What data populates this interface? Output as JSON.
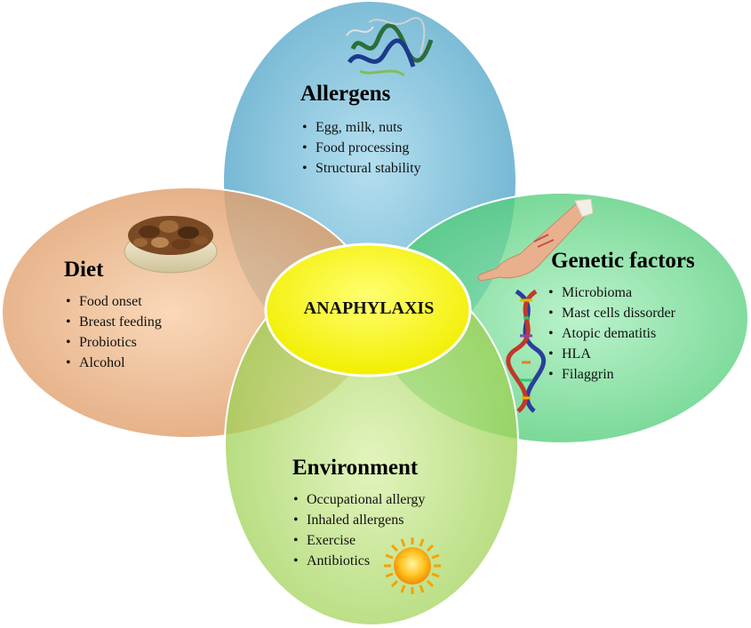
{
  "center": {
    "label": "ANAPHYLAXIS"
  },
  "petals": {
    "allergens": {
      "title": "Allergens",
      "items": [
        "Egg, milk, nuts",
        "Food processing",
        "Structural stability"
      ],
      "color": "#5aa9c8",
      "icon": "protein-structure-icon"
    },
    "diet": {
      "title": "Diet",
      "items": [
        "Food onset",
        "Breast feeding",
        "Probiotics",
        "Alcohol"
      ],
      "color": "#e0a070",
      "icon": "nut-bowl-icon"
    },
    "genetic": {
      "title": "Genetic factors",
      "items": [
        "Microbioma",
        "Mast cells dissorder",
        "Atopic dematitis",
        "HLA",
        "Filaggrin"
      ],
      "color": "#4fd17a",
      "icon": "arm-icon, dna-helix-icon"
    },
    "environment": {
      "title": "Environment",
      "items": [
        "Occupational allergy",
        "Inhaled allergens",
        "Exercise",
        "Antibiotics"
      ],
      "color": "#9ad04a",
      "icon": "sun-icon"
    }
  }
}
